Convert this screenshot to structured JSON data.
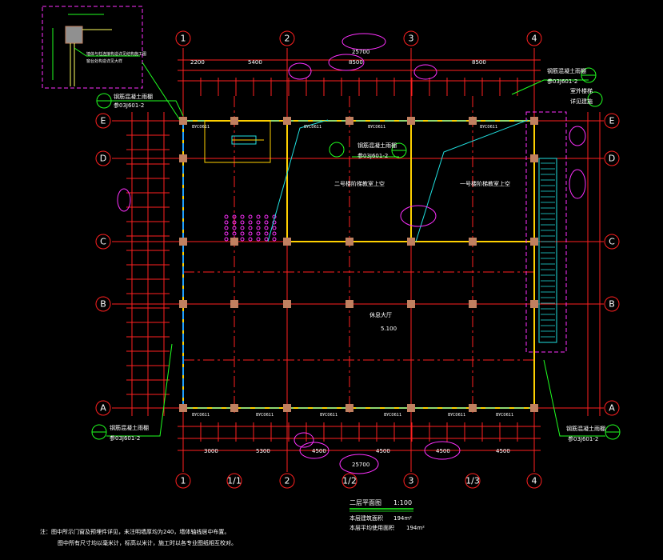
{
  "axes": {
    "top": [
      "1",
      "2",
      "3",
      "4"
    ],
    "bottom": [
      "1",
      "1/1",
      "2",
      "1/2",
      "3",
      "1/3",
      "4"
    ],
    "rows": [
      "E",
      "D",
      "C",
      "B",
      "A"
    ]
  },
  "dims": {
    "total": "25700",
    "top_spans": [
      "2200",
      "5400",
      "8500",
      "8500"
    ],
    "bottom_spans": [
      "3000",
      "5300",
      "4500",
      "4500",
      "4500",
      "4500"
    ]
  },
  "labels": {
    "canopy_1": "钢筋混凝土雨棚",
    "canopy_1_ref": "参03J601-2",
    "canopy_2": "钢筋混凝土雨棚",
    "canopy_2_ref": "参03J601-2",
    "canopy_3": "钢筋混凝土雨棚",
    "canopy_3_ref": "参03J601-2",
    "canopy_4": "钢筋混凝土雨棚",
    "canopy_4_ref": "参03J601-2",
    "outdoor_stair": "室外楼梯",
    "outdoor_stair_ref": "详见建施",
    "room_2": "二号楼阶梯教室上空",
    "room_1": "一号楼阶梯教室上空",
    "hall": "休息大厅",
    "hall_elev": "5.100",
    "detail_note_1": "墙体与柱连接构造详见结构施工图",
    "detail_note_2": "窗台处构造详见大样",
    "window_code": "BYC0611"
  },
  "title": {
    "name": "二层平面图",
    "scale": "1:100",
    "area_label": "本层建筑面积",
    "area_value": "194m²",
    "avg_label": "本层平均使用面积",
    "avg_value": "194m²"
  },
  "notes": {
    "line1": "注：图中所示门窗及预埋件详见，未注明墙厚均为240，墙体轴线居中布置。",
    "line2": "图中所有尺寸均以毫米计，标高以米计，施工时以各专业图纸相互校对。"
  },
  "colors": {
    "axis": "#ff2020",
    "wall": "#ffd000",
    "green": "#20ff20",
    "cyan": "#20e0e0",
    "magenta": "#ff30ff",
    "column": "#c08060"
  }
}
